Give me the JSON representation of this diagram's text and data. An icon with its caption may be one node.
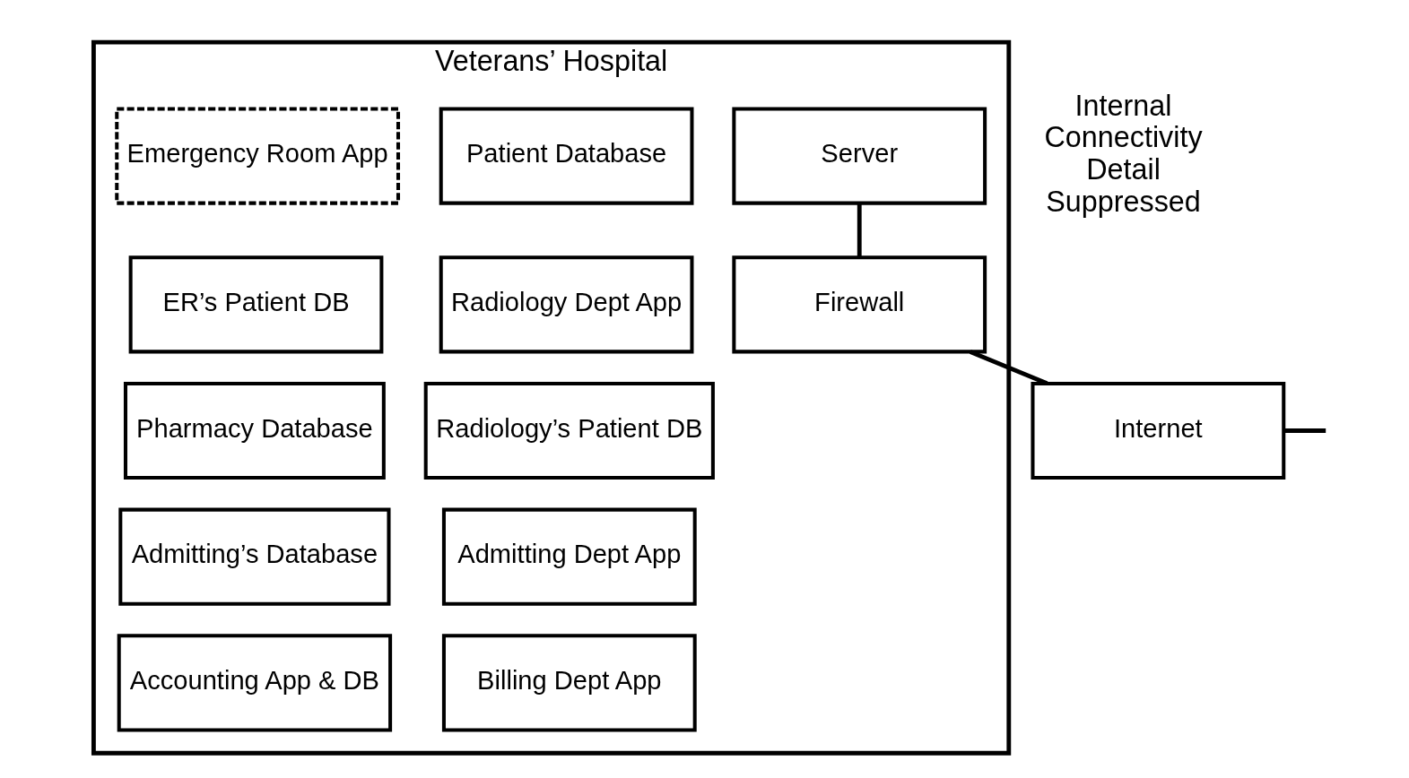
{
  "diagram": {
    "nodes": [
      {
        "text": [
          "Veterans’ Hospital"
        ]
      },
      {
        "text": [
          "Patient Database"
        ],
        "in": 0
      },
      {
        "text": [
          "Emergency Room App"
        ],
        "in": 0
      },
      {
        "text": [
          "Radiology Dept App"
        ],
        "in": 0
      },
      {
        "text": [
          "ER’s Patient DB"
        ],
        "in": 0
      },
      {
        "text": [
          "Radiology’s Patient DB"
        ],
        "in": 0
      },
      {
        "text": [
          "Pharmacy Database"
        ],
        "in": 0
      },
      {
        "text": [
          "Admitting Dept App"
        ],
        "in": 0
      },
      {
        "text": [
          "Admitting’s Database"
        ],
        "in": 0
      },
      {
        "text": [
          "Billing Dept App"
        ],
        "in": 0
      },
      {
        "text": [
          "Accounting App & DB"
        ],
        "in": 0
      },
      {
        "text": [
          "Server"
        ],
        "in": 0
      },
      {
        "text": [
          "Firewall"
        ],
        "in": 0
      },
      {
        "text": [
          "Internet"
        ]
      }
    ],
    "edges": [
      {
        "from": 11,
        "to": 12,
        "arrow": "none"
      },
      {
        "from": 12,
        "to": 13,
        "arrow": "none"
      },
      {
        "from": 13,
        "to": null,
        "arrow": "none"
      }
    ],
    "labels": [
      "Internal Connectivity Detail Suppressed"
    ]
  }
}
